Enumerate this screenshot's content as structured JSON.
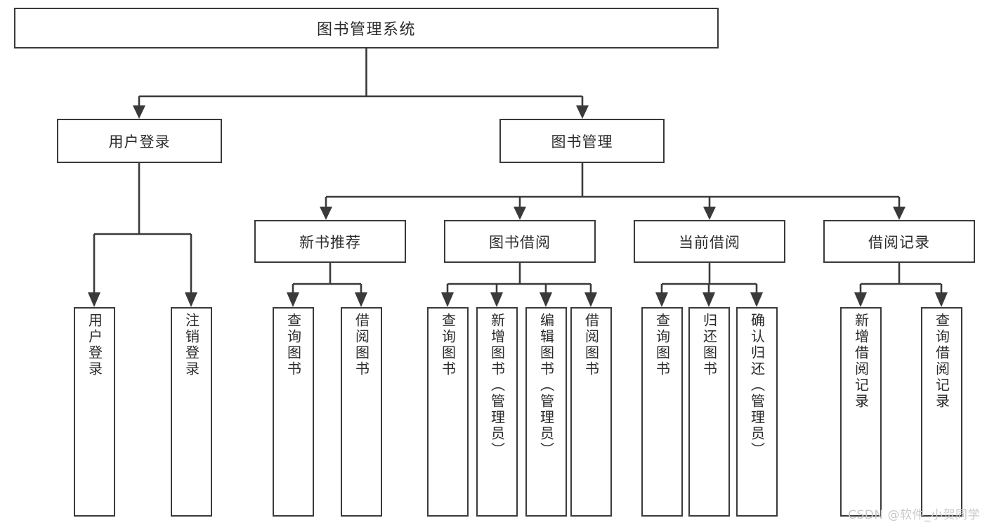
{
  "diagram": {
    "title": "图书管理系统",
    "type": "tree-hierarchy",
    "watermark": "CSDN @软件_小贺同学",
    "accent_color": "#3a3a3a",
    "background_color": "#ffffff",
    "root": {
      "label": "图书管理系统",
      "level": 0
    },
    "level2": [
      {
        "label": "用户登录"
      },
      {
        "label": "图书管理"
      }
    ],
    "level3": [
      {
        "label": "新书推荐"
      },
      {
        "label": "图书借阅"
      },
      {
        "label": "当前借阅"
      },
      {
        "label": "借阅记录"
      }
    ],
    "leaves": {
      "user_login": [
        {
          "label": "用户登录"
        },
        {
          "label": "注销登录"
        }
      ],
      "new_book_recommend": [
        {
          "label": "查询图书"
        },
        {
          "label": "借阅图书"
        }
      ],
      "book_borrow": [
        {
          "label": "查询图书"
        },
        {
          "label": "新增图书（管理员）"
        },
        {
          "label": "编辑图书（管理员）"
        },
        {
          "label": "借阅图书"
        }
      ],
      "current_borrow": [
        {
          "label": "查询图书"
        },
        {
          "label": "归还图书"
        },
        {
          "label": "确认归还（管理员）"
        }
      ],
      "borrow_record": [
        {
          "label": "新增借阅记录"
        },
        {
          "label": "查询借阅记录"
        }
      ]
    }
  }
}
